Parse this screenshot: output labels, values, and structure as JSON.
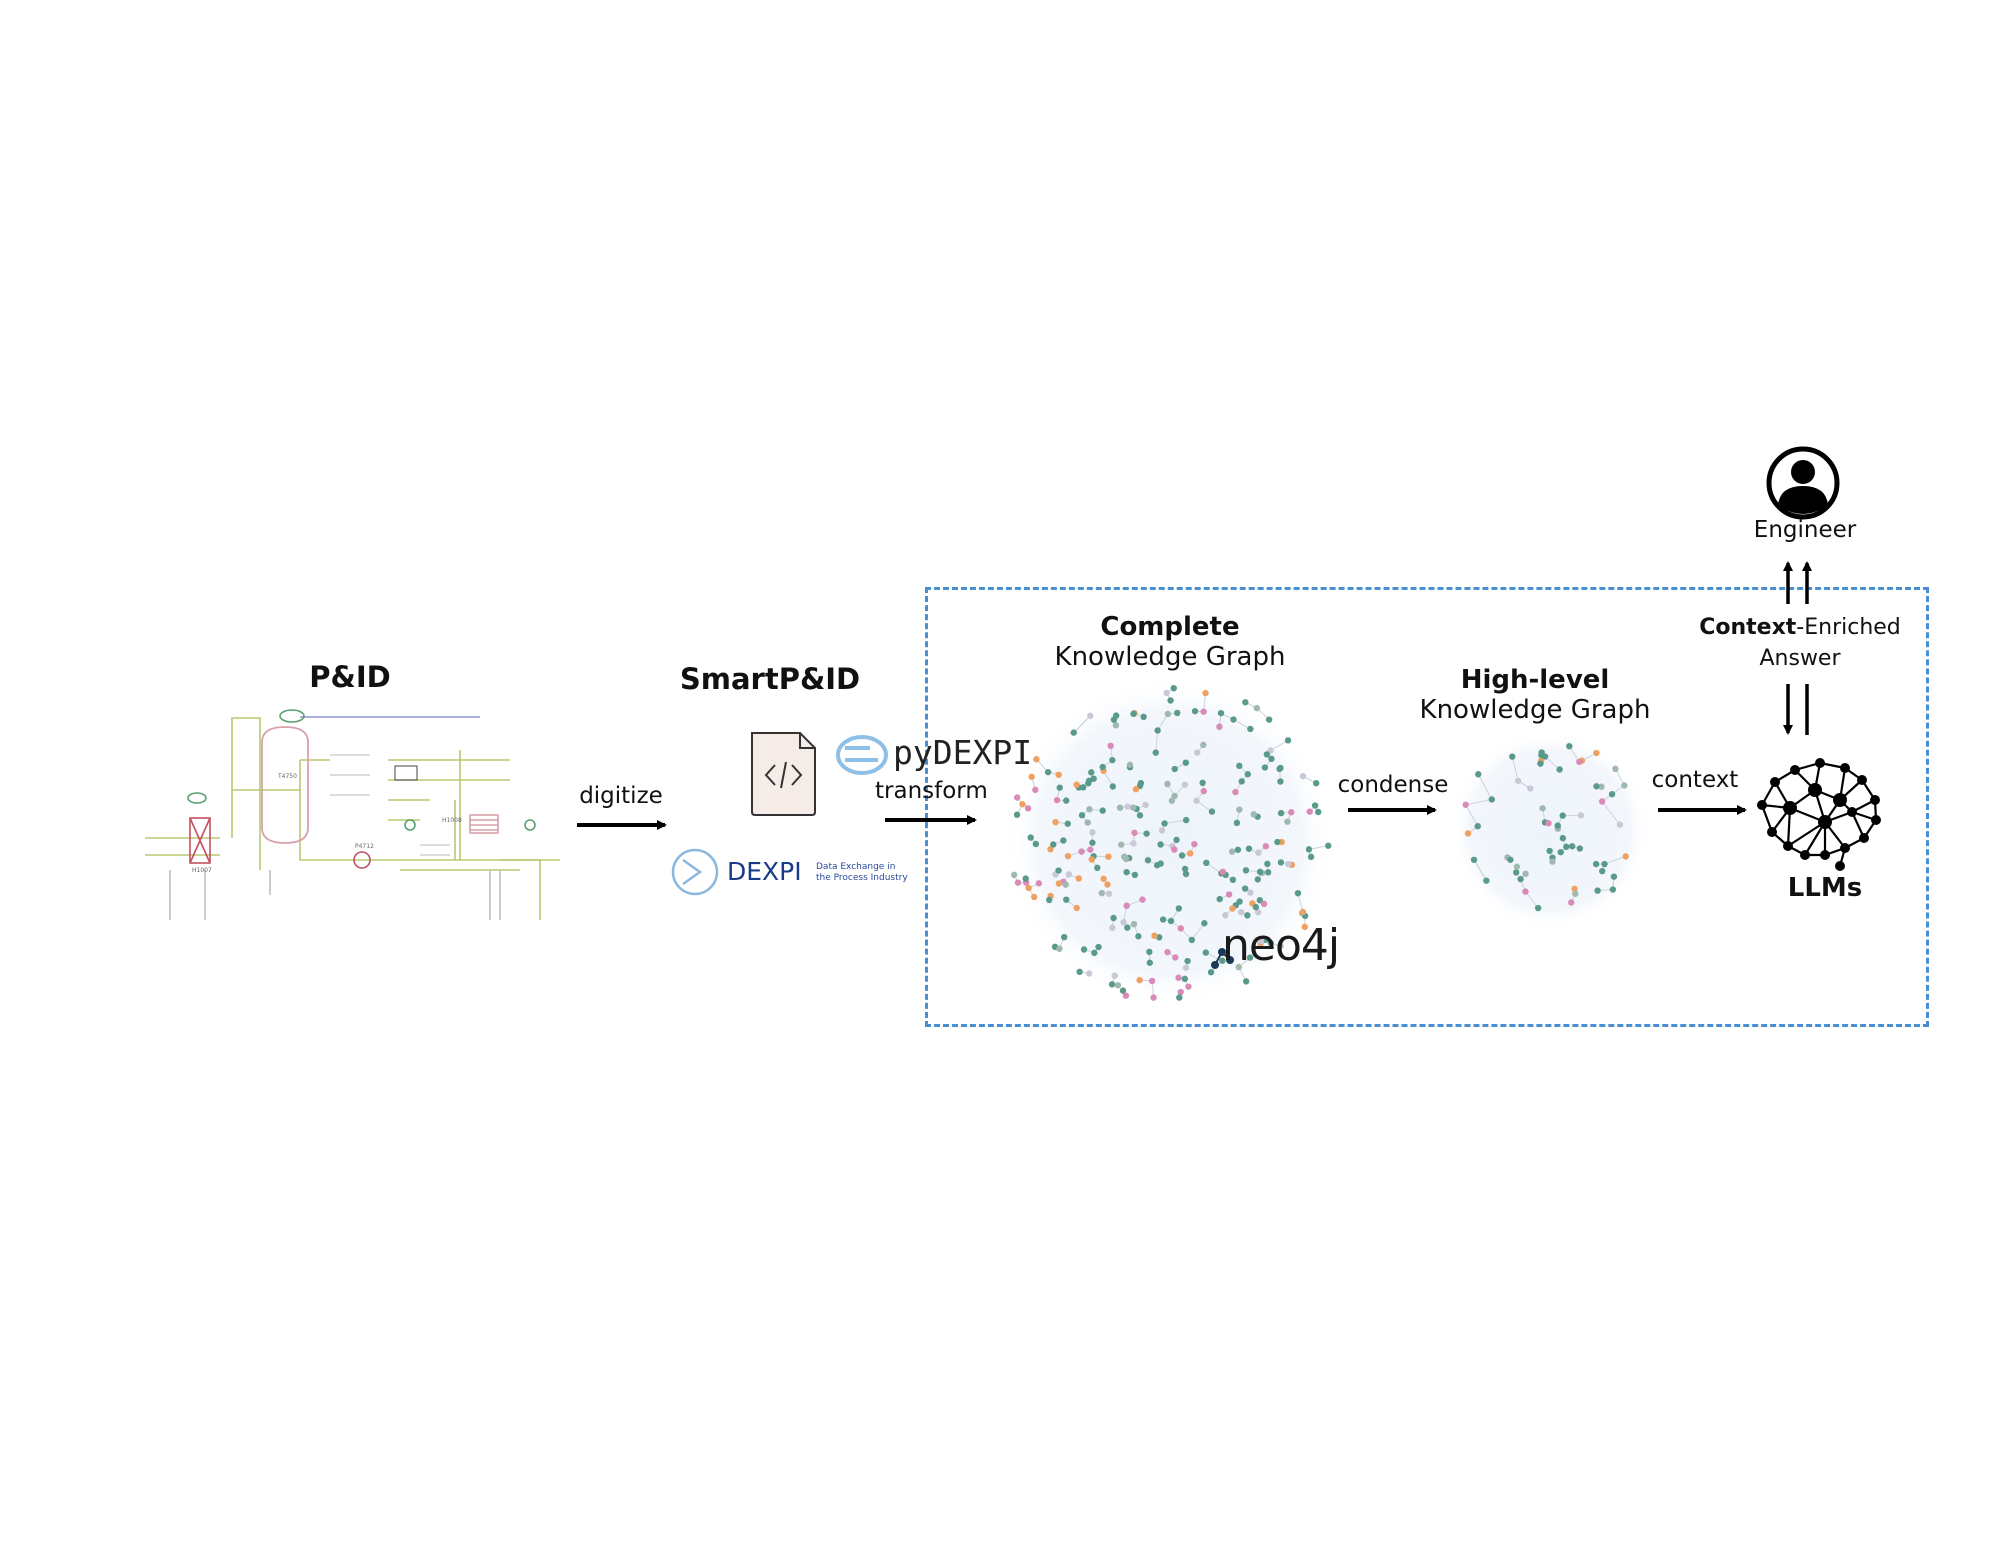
{
  "stages": {
    "pid": {
      "title": "P&ID"
    },
    "smart": {
      "title": "SmartP&ID"
    },
    "complete_kg": {
      "title_bold": "Complete",
      "title_rest": "Knowledge Graph"
    },
    "highlevel_kg": {
      "title_bold": "High-level",
      "title_rest": "Knowledge Graph"
    },
    "llms": {
      "title": "LLMs"
    },
    "engineer": {
      "title": "Engineer"
    }
  },
  "arrows": {
    "digitize": "digitize",
    "transform": "transform",
    "condense": "condense",
    "context": "context"
  },
  "answer": {
    "bold": "Context",
    "rest": "-Enriched",
    "line2": "Answer"
  },
  "logos": {
    "pydexpi": "pyDEXPI",
    "dexpi": "DEXPI",
    "dexpi_tag1": "Data Exchange in",
    "dexpi_tag2": "the Process Industry",
    "neo4j": "neo4j"
  },
  "pid_labels": {
    "vessel": "T4750",
    "pump": "P4712",
    "hx_left": "H1007",
    "hx_right": "H1008"
  },
  "colors": {
    "dash": "#4a8fd4",
    "node_teal": "#5a9a8a",
    "node_pink": "#d98ab8",
    "node_orange": "#f0a060",
    "pid_line": "#b8c870",
    "pid_vessel": "#d8a0a8"
  }
}
